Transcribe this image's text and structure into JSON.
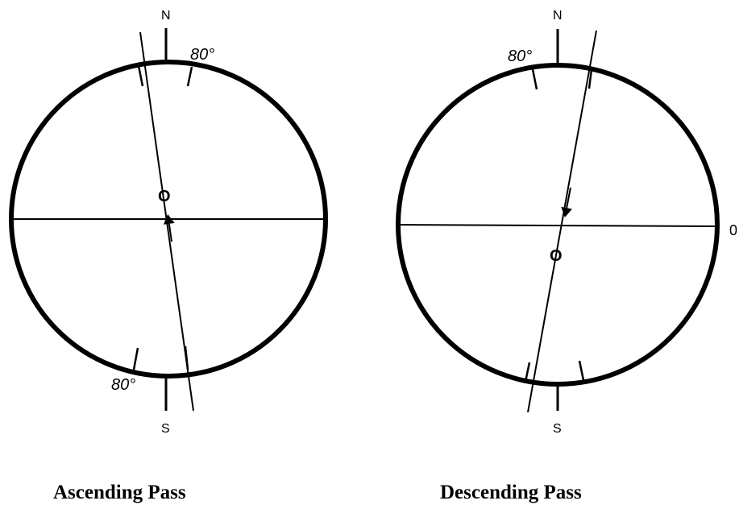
{
  "colors": {
    "ink": "#000000",
    "background": "#ffffff"
  },
  "ascending": {
    "caption": "Ascending Pass",
    "north_label": "N",
    "south_label": "S",
    "angle_top": "80°",
    "angle_bottom": "80°",
    "center_label": "O"
  },
  "descending": {
    "caption": "Descending Pass",
    "north_label": "N",
    "south_label": "S",
    "angle_top": "80°",
    "center_label": "O",
    "edge_label_partial": "0"
  }
}
